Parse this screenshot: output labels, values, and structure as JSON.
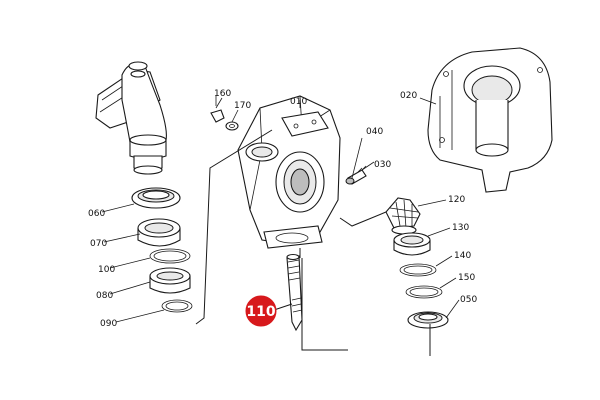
{
  "diagram": {
    "callouts": {
      "p010": "010",
      "p020": "020",
      "p030": "030",
      "p040": "040",
      "p050": "050",
      "p060": "060",
      "p070": "070",
      "p080": "080",
      "p090": "090",
      "p100": "100",
      "p120": "120",
      "p130": "130",
      "p140": "140",
      "p150": "150",
      "p160": "160",
      "p170": "170"
    },
    "highlight": {
      "label": "110",
      "color": "#d7191c"
    }
  }
}
